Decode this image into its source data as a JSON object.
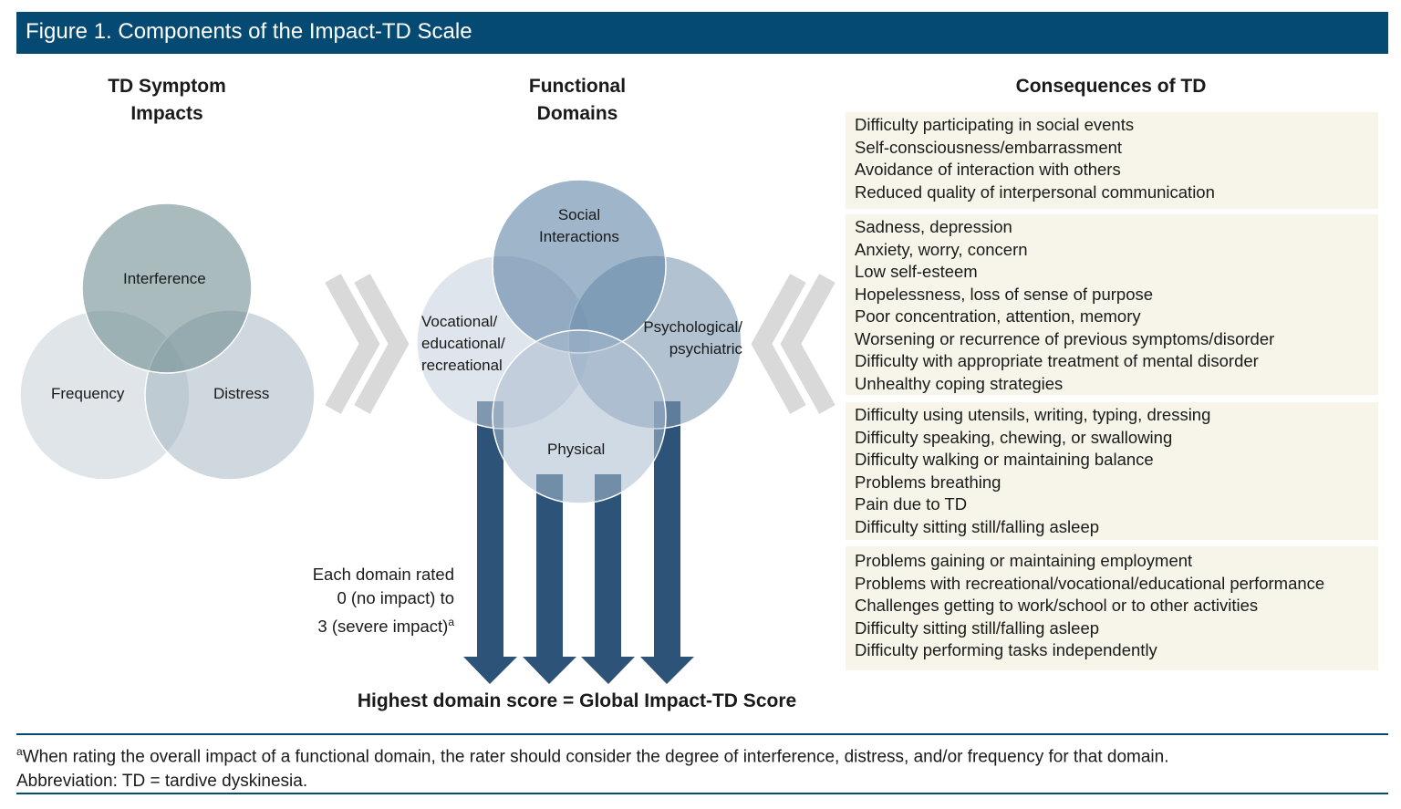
{
  "title": "Figure 1. Components of the Impact-TD Scale",
  "columns": {
    "left_title": [
      "TD Symptom",
      "Impacts"
    ],
    "middle_title": [
      "Functional",
      "Domains"
    ],
    "right_title": "Consequences of TD"
  },
  "symptom_impacts": [
    "Interference",
    "Frequency",
    "Distress"
  ],
  "domains": {
    "social": [
      "Social",
      "Interactions"
    ],
    "vocational": [
      "Vocational/",
      "educational/",
      "recreational"
    ],
    "psychological": [
      "Psychological/",
      "psychiatric"
    ],
    "physical": "Physical"
  },
  "rating_note": [
    "Each domain rated",
    "0 (no impact) to",
    "3 (severe impact)",
    "a"
  ],
  "score_label": "Highest domain score = Global Impact-TD Score",
  "consequences": [
    [
      "Difficulty participating in social events",
      "Self-consciousness/embarrassment",
      "Avoidance of interaction with others",
      "Reduced quality of interpersonal communication"
    ],
    [
      "Sadness, depression",
      "Anxiety, worry, concern",
      "Low self-esteem",
      "Hopelessness, loss of sense of purpose",
      "Poor concentration, attention, memory",
      "Worsening or recurrence of previous symptoms/disorder",
      "Difficulty with appropriate treatment of mental disorder",
      "Unhealthy coping strategies"
    ],
    [
      "Difficulty using utensils, writing, typing, dressing",
      "Difficulty speaking, chewing, or swallowing",
      "Difficulty walking or maintaining balance",
      "Problems breathing",
      "Pain due to TD",
      "Difficulty sitting still/falling asleep"
    ],
    [
      "Problems gaining or maintaining employment",
      "Problems with recreational/vocational/educational performance",
      "Challenges getting to work/school or to other activities",
      "Difficulty sitting still/falling asleep",
      "Difficulty performing tasks independently"
    ]
  ],
  "footnote": {
    "mark": "a",
    "text": "When rating the overall impact of a functional domain, the rater should consider the degree of interference, distress, and/or frequency for that domain.",
    "abbreviation": "Abbreviation: TD = tardive dyskinesia."
  },
  "colors": {
    "header": "#054a73",
    "arrow": "#2d5478",
    "chevron": "#d9d9d9",
    "panel": "#f7f5e9"
  }
}
